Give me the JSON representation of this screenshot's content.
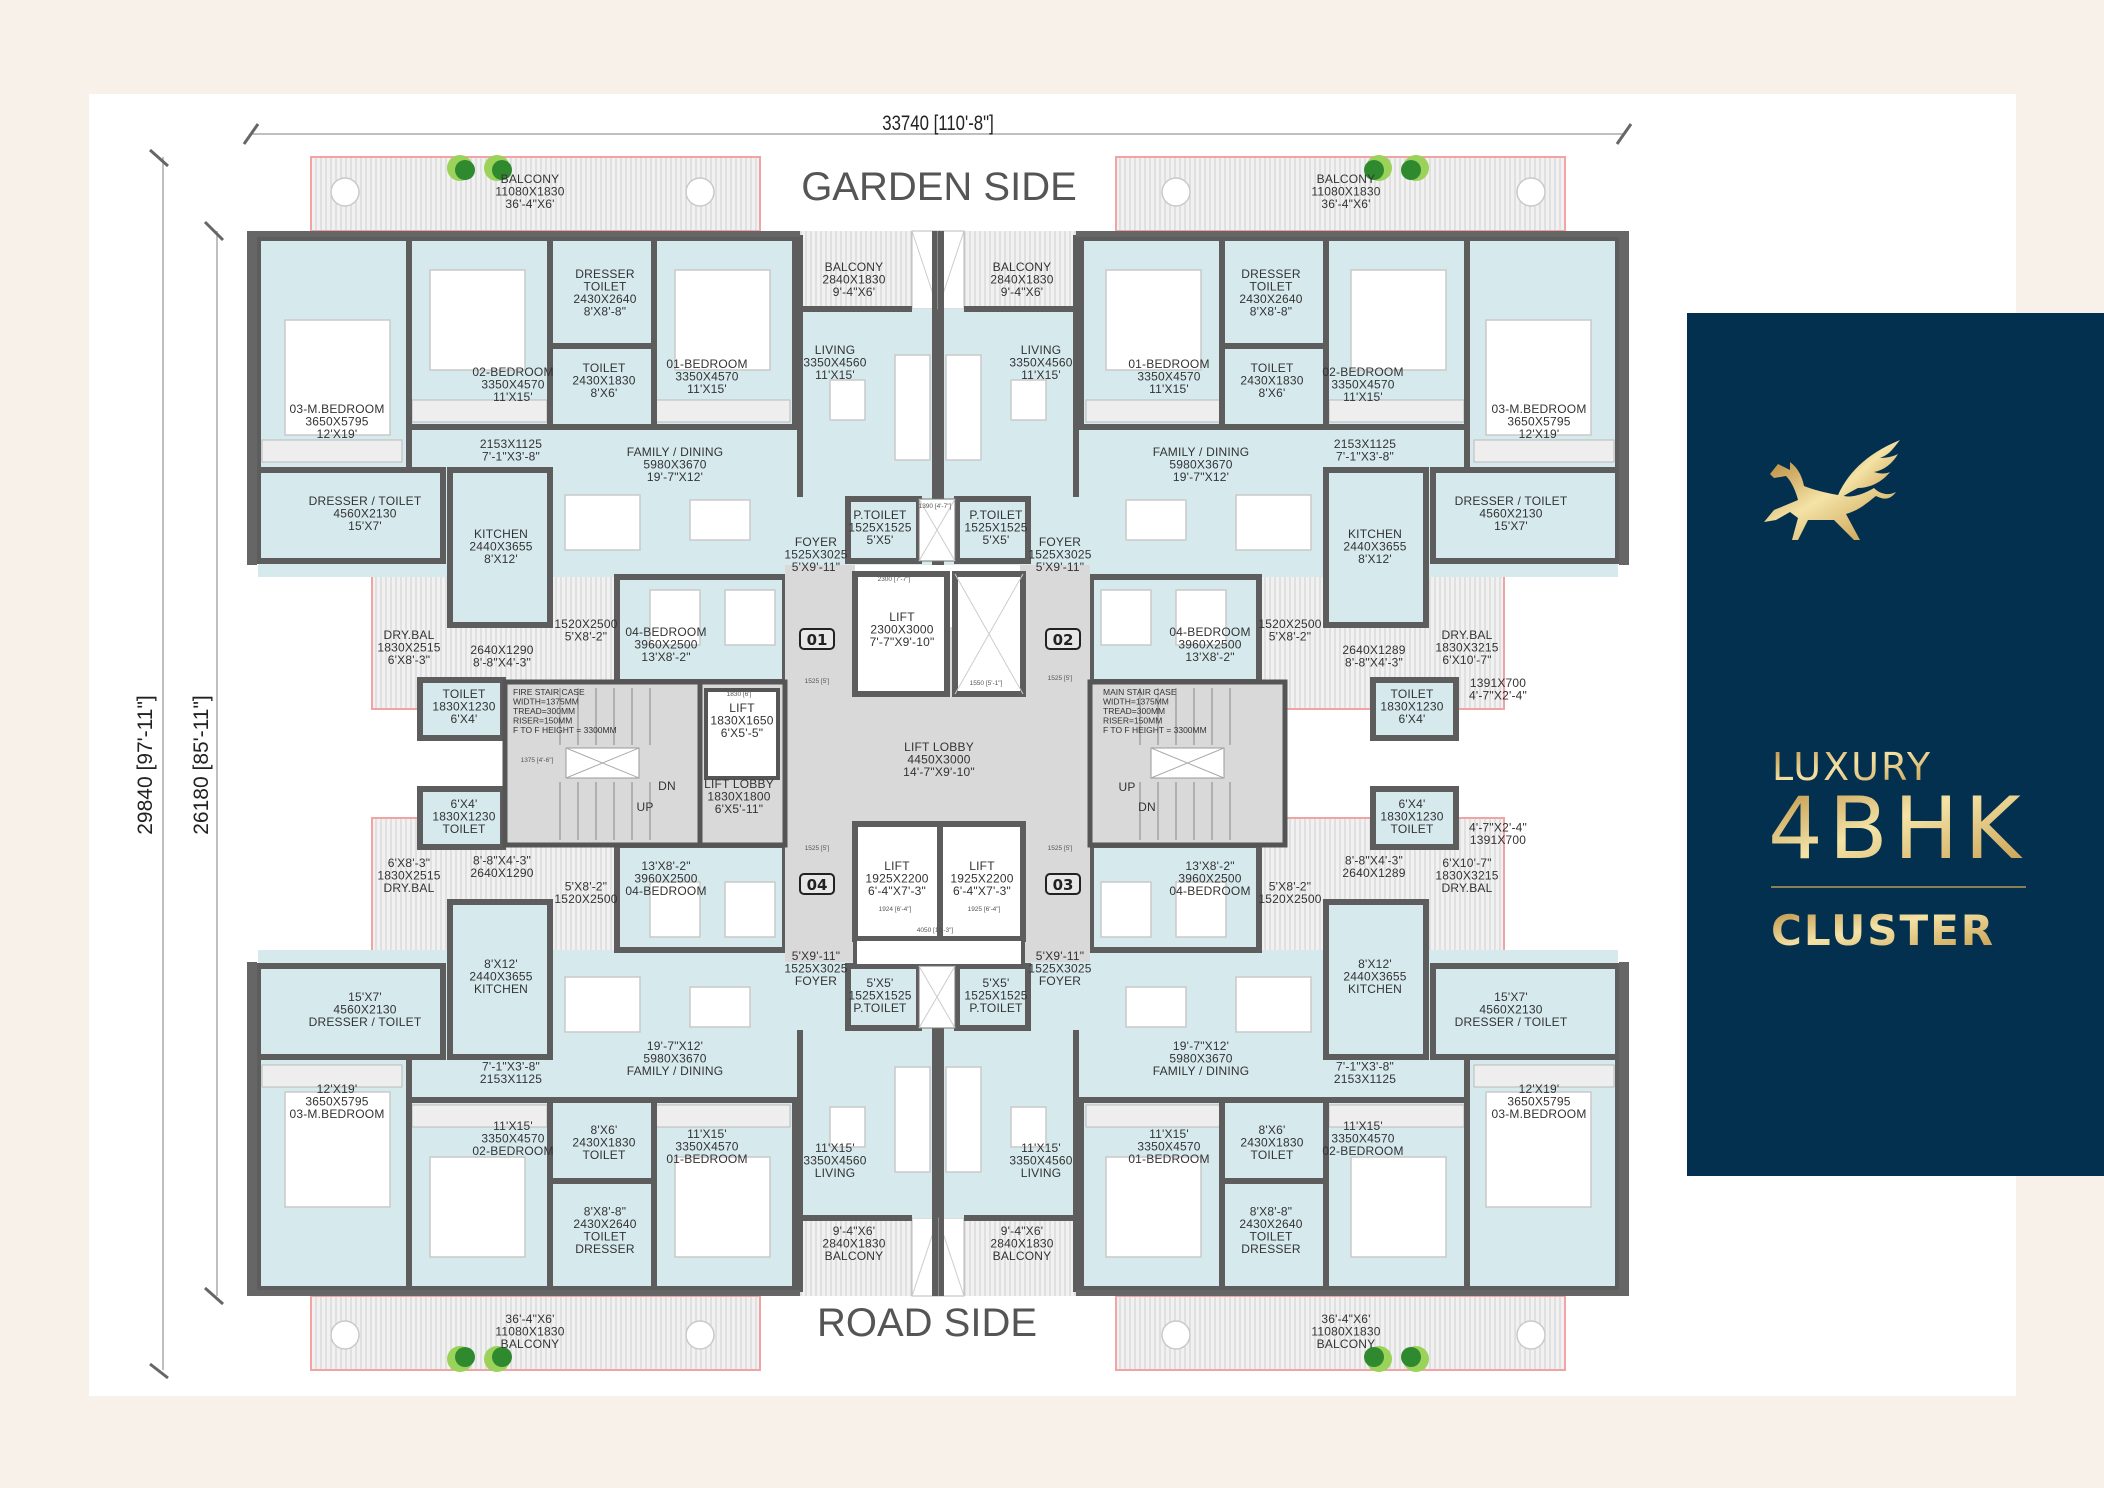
{
  "plan": {
    "top_dimension": "33740 [110'-8\"]",
    "left_dimension_outer": "29840 [97'-11\"]",
    "left_dimension_inner": "26180 [85'-11\"]",
    "garden_side": "GARDEN SIDE",
    "road_side": "ROAD SIDE",
    "unit_numbers": [
      "01",
      "02",
      "03",
      "04"
    ]
  },
  "units": [
    {
      "rooms": {
        "balcony": [
          "BALCONY",
          "11080X1830",
          "36'-4\"X6'"
        ],
        "dresser_toilet": [
          "DRESSER",
          "TOILET",
          "2430X2640",
          "8'X8'-8\""
        ],
        "toilet": [
          "TOILET",
          "2430X1830",
          "8'X6'"
        ],
        "bed01": [
          "01-BEDROOM",
          "3350X4570",
          "11'X15'"
        ],
        "bed02": [
          "02-BEDROOM",
          "3350X4570",
          "11'X15'"
        ],
        "mbed03": [
          "03-M.BEDROOM",
          "3650X5795",
          "12'X19'"
        ],
        "passage": [
          "2153X1125",
          "7'-1\"X3'-8\""
        ],
        "family": [
          "FAMILY / DINING",
          "5980X3670",
          "19'-7\"X12'"
        ],
        "master_toilet": [
          "DRESSER / TOILET",
          "4560X2130",
          "15'X7'"
        ],
        "kitchen": [
          "KITCHEN",
          "2440X3655",
          "8'X12'"
        ],
        "living": [
          "LIVING",
          "3350X4560",
          "11'X15'"
        ],
        "living_balcony": [
          "BALCONY",
          "2840X1830",
          "9'-4\"X6'"
        ],
        "p_toilet": [
          "P.TOILET",
          "1525X1525",
          "5'X5'"
        ],
        "foyer": [
          "FOYER",
          "1525X3025",
          "5'X9'-11\""
        ],
        "bed04": [
          "04-BEDROOM",
          "3960X2500",
          "13'X8'-2\""
        ],
        "util_a": [
          "1520X2500",
          "5'X8'-2\""
        ],
        "dry_bal": [
          "DRY.BAL",
          "1830X2515",
          "6'X8'-3\""
        ],
        "util_b": [
          "2640X1290",
          "8'-8\"X4'-3\""
        ],
        "service_toilet": [
          "TOILET",
          "1830X1230",
          "6'X4'"
        ]
      }
    },
    {
      "rooms": {
        "balcony": [
          "BALCONY",
          "11080X1830",
          "36'-4\"X6'"
        ],
        "dresser_toilet": [
          "DRESSER",
          "TOILET",
          "2430X2640",
          "8'X8'-8\""
        ],
        "toilet": [
          "TOILET",
          "2430X1830",
          "8'X6'"
        ],
        "bed01": [
          "01-BEDROOM",
          "3350X4570",
          "11'X15'"
        ],
        "bed02": [
          "02-BEDROOM",
          "3350X4570",
          "11'X15'"
        ],
        "mbed03": [
          "03-M.BEDROOM",
          "3650X5795",
          "12'X19'"
        ],
        "passage": [
          "2153X1125",
          "7'-1\"X3'-8\""
        ],
        "family": [
          "FAMILY / DINING",
          "5980X3670",
          "19'-7\"X12'"
        ],
        "master_toilet": [
          "DRESSER / TOILET",
          "4560X2130",
          "15'X7'"
        ],
        "kitchen": [
          "KITCHEN",
          "2440X3655",
          "8'X12'"
        ],
        "living": [
          "LIVING",
          "3350X4560",
          "11'X15'"
        ],
        "living_balcony": [
          "BALCONY",
          "2840X1830",
          "9'-4\"X6'"
        ],
        "p_toilet": [
          "P.TOILET",
          "1525X1525",
          "5'X5'"
        ],
        "foyer": [
          "FOYER",
          "1525X3025",
          "5'X9'-11\""
        ],
        "bed04": [
          "04-BEDROOM",
          "3960X2500",
          "13'X8'-2\""
        ],
        "util_a": [
          "1520X2500",
          "5'X8'-2\""
        ],
        "dry_bal": [
          "DRY.BAL",
          "1830X3215",
          "6'X10'-7\""
        ],
        "util_b": [
          "2640X1289",
          "8'-8\"X4'-3\""
        ],
        "util_c": [
          "1391X700",
          "4'-7\"X2'-4\""
        ],
        "service_toilet": [
          "TOILET",
          "1830X1230",
          "6'X4'"
        ]
      }
    },
    {
      "rooms": {
        "balcony": [
          "36'-4\"X6'",
          "11080X1830",
          "BALCONY"
        ],
        "dresser_toilet": [
          "8'X8'-8\"",
          "2430X2640",
          "TOILET",
          "DRESSER"
        ],
        "toilet": [
          "8'X6'",
          "2430X1830",
          "TOILET"
        ],
        "bed01": [
          "11'X15'",
          "3350X4570",
          "01-BEDROOM"
        ],
        "bed02": [
          "11'X15'",
          "3350X4570",
          "02-BEDROOM"
        ],
        "mbed03": [
          "12'X19'",
          "3650X5795",
          "03-M.BEDROOM"
        ],
        "passage": [
          "7'-1\"X3'-8\"",
          "2153X1125"
        ],
        "family": [
          "19'-7\"X12'",
          "5980X3670",
          "FAMILY / DINING"
        ],
        "master_toilet": [
          "15'X7'",
          "4560X2130",
          "DRESSER / TOILET"
        ],
        "kitchen": [
          "8'X12'",
          "2440X3655",
          "KITCHEN"
        ],
        "living": [
          "11'X15'",
          "3350X4560",
          "LIVING"
        ],
        "living_balcony": [
          "9'-4\"X6'",
          "2840X1830",
          "BALCONY"
        ],
        "p_toilet": [
          "5'X5'",
          "1525X1525",
          "P.TOILET"
        ],
        "foyer": [
          "5'X9'-11\"",
          "1525X3025",
          "FOYER"
        ],
        "bed04": [
          "13'X8'-2\"",
          "3960X2500",
          "04-BEDROOM"
        ],
        "util_a": [
          "5'X8'-2\"",
          "1520X2500"
        ],
        "dry_bal": [
          "6'X10'-7\"",
          "1830X3215",
          "DRY.BAL"
        ],
        "util_b": [
          "8'-8\"X4'-3\"",
          "2640X1289"
        ],
        "util_c": [
          "4'-7\"X2'-4\"",
          "1391X700"
        ],
        "service_toilet": [
          "6'X4'",
          "1830X1230",
          "TOILET"
        ]
      }
    },
    {
      "rooms": {
        "balcony": [
          "36'-4\"X6'",
          "11080X1830",
          "BALCONY"
        ],
        "dresser_toilet": [
          "8'X8'-8\"",
          "2430X2640",
          "TOILET",
          "DRESSER"
        ],
        "toilet": [
          "8'X6'",
          "2430X1830",
          "TOILET"
        ],
        "bed01": [
          "11'X15'",
          "3350X4570",
          "01-BEDROOM"
        ],
        "bed02": [
          "11'X15'",
          "3350X4570",
          "02-BEDROOM"
        ],
        "mbed03": [
          "12'X19'",
          "3650X5795",
          "03-M.BEDROOM"
        ],
        "passage": [
          "7'-1\"X3'-8\"",
          "2153X1125"
        ],
        "family": [
          "19'-7\"X12'",
          "5980X3670",
          "FAMILY / DINING"
        ],
        "master_toilet": [
          "15'X7'",
          "4560X2130",
          "DRESSER / TOILET"
        ],
        "kitchen": [
          "8'X12'",
          "2440X3655",
          "KITCHEN"
        ],
        "living": [
          "11'X15'",
          "3350X4560",
          "LIVING"
        ],
        "living_balcony": [
          "9'-4\"X6'",
          "2840X1830",
          "BALCONY"
        ],
        "p_toilet": [
          "5'X5'",
          "1525X1525",
          "P.TOILET"
        ],
        "foyer": [
          "5'X9'-11\"",
          "1525X3025",
          "FOYER"
        ],
        "bed04": [
          "13'X8'-2\"",
          "3960X2500",
          "04-BEDROOM"
        ],
        "util_a": [
          "5'X8'-2\"",
          "1520X2500"
        ],
        "dry_bal": [
          "6'X8'-3\"",
          "1830X2515",
          "DRY.BAL"
        ],
        "util_b": [
          "8'-8\"X4'-3\"",
          "2640X1290"
        ],
        "service_toilet": [
          "6'X4'",
          "1830X1230",
          "TOILET"
        ]
      }
    }
  ],
  "core": {
    "fire_stair": [
      "FIRE STAIR CASE",
      "WIDTH=1375MM",
      "TREAD=300MM",
      "RISER=150MM",
      "F TO F HEIGHT = 3300MM"
    ],
    "main_stair": [
      "MAIN STAIR CASE",
      "WIDTH=1375MM",
      "TREAD=300MM",
      "RISER=150MM",
      "F TO F HEIGHT = 3300MM"
    ],
    "lift_small": [
      "LIFT",
      "1830X1650",
      "6'X5'-5\""
    ],
    "lift_lobby_small": [
      "LIFT LOBBY",
      "1830X1800",
      "6'X5'-11\""
    ],
    "lift_main": [
      "LIFT",
      "2300X3000",
      "7'-7\"X9'-10\""
    ],
    "lift_lobby": [
      "LIFT LOBBY",
      "4450X3000",
      "14'-7\"X9'-10\""
    ],
    "lift_b1": [
      "LIFT",
      "1925X2200",
      "6'-4\"X7'-3\""
    ],
    "lift_b2": [
      "LIFT",
      "1925X2200",
      "6'-4\"X7'-3\""
    ],
    "fire_dn": "DN",
    "fire_up": "UP",
    "main_up": "UP",
    "main_dn": "DN",
    "small_dims": [
      "2300 [7'-7\"]",
      "1550 [5'-1\"]",
      "1390 [4'-7\"]",
      "1525 [5']",
      "1525 [5']",
      "1525 [5']",
      "1525 [5']",
      "1924 [6'-4\"]",
      "1925 [6'-4\"]",
      "4050 [13'-3\"]",
      "1830 [6']",
      "1375 [4'-6\"]"
    ]
  },
  "brand": {
    "line1": "LUXURY",
    "line2": "4BHK",
    "line3": "CLUSTER",
    "logo": "pegasus-emblem"
  },
  "colors": {
    "page_bg": "#f8f1e9",
    "room_fill": "#d6e9ed",
    "wall": "#5d5d5d",
    "core_grey": "#d9d9d9",
    "panel_bg": "#03304f",
    "gold": "#d9b46a",
    "balcony_outline": "#f2a3a3"
  }
}
